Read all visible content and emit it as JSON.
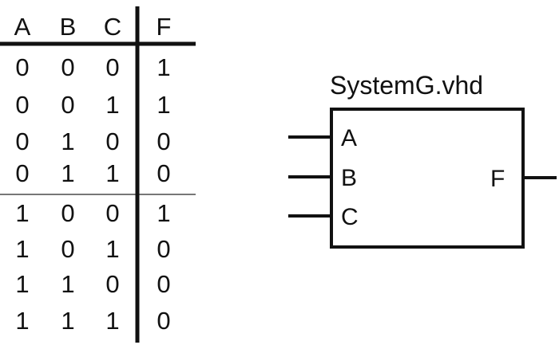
{
  "truth_table": {
    "headers": [
      "A",
      "B",
      "C",
      "F"
    ],
    "rows": [
      [
        "0",
        "0",
        "0",
        "1"
      ],
      [
        "0",
        "0",
        "1",
        "1"
      ],
      [
        "0",
        "1",
        "0",
        "0"
      ],
      [
        "0",
        "1",
        "1",
        "0"
      ],
      [
        "1",
        "0",
        "0",
        "1"
      ],
      [
        "1",
        "0",
        "1",
        "0"
      ],
      [
        "1",
        "1",
        "0",
        "0"
      ],
      [
        "1",
        "1",
        "1",
        "0"
      ]
    ]
  },
  "block": {
    "title": "SystemG.vhd",
    "inputs": [
      "A",
      "B",
      "C"
    ],
    "output": "F"
  }
}
